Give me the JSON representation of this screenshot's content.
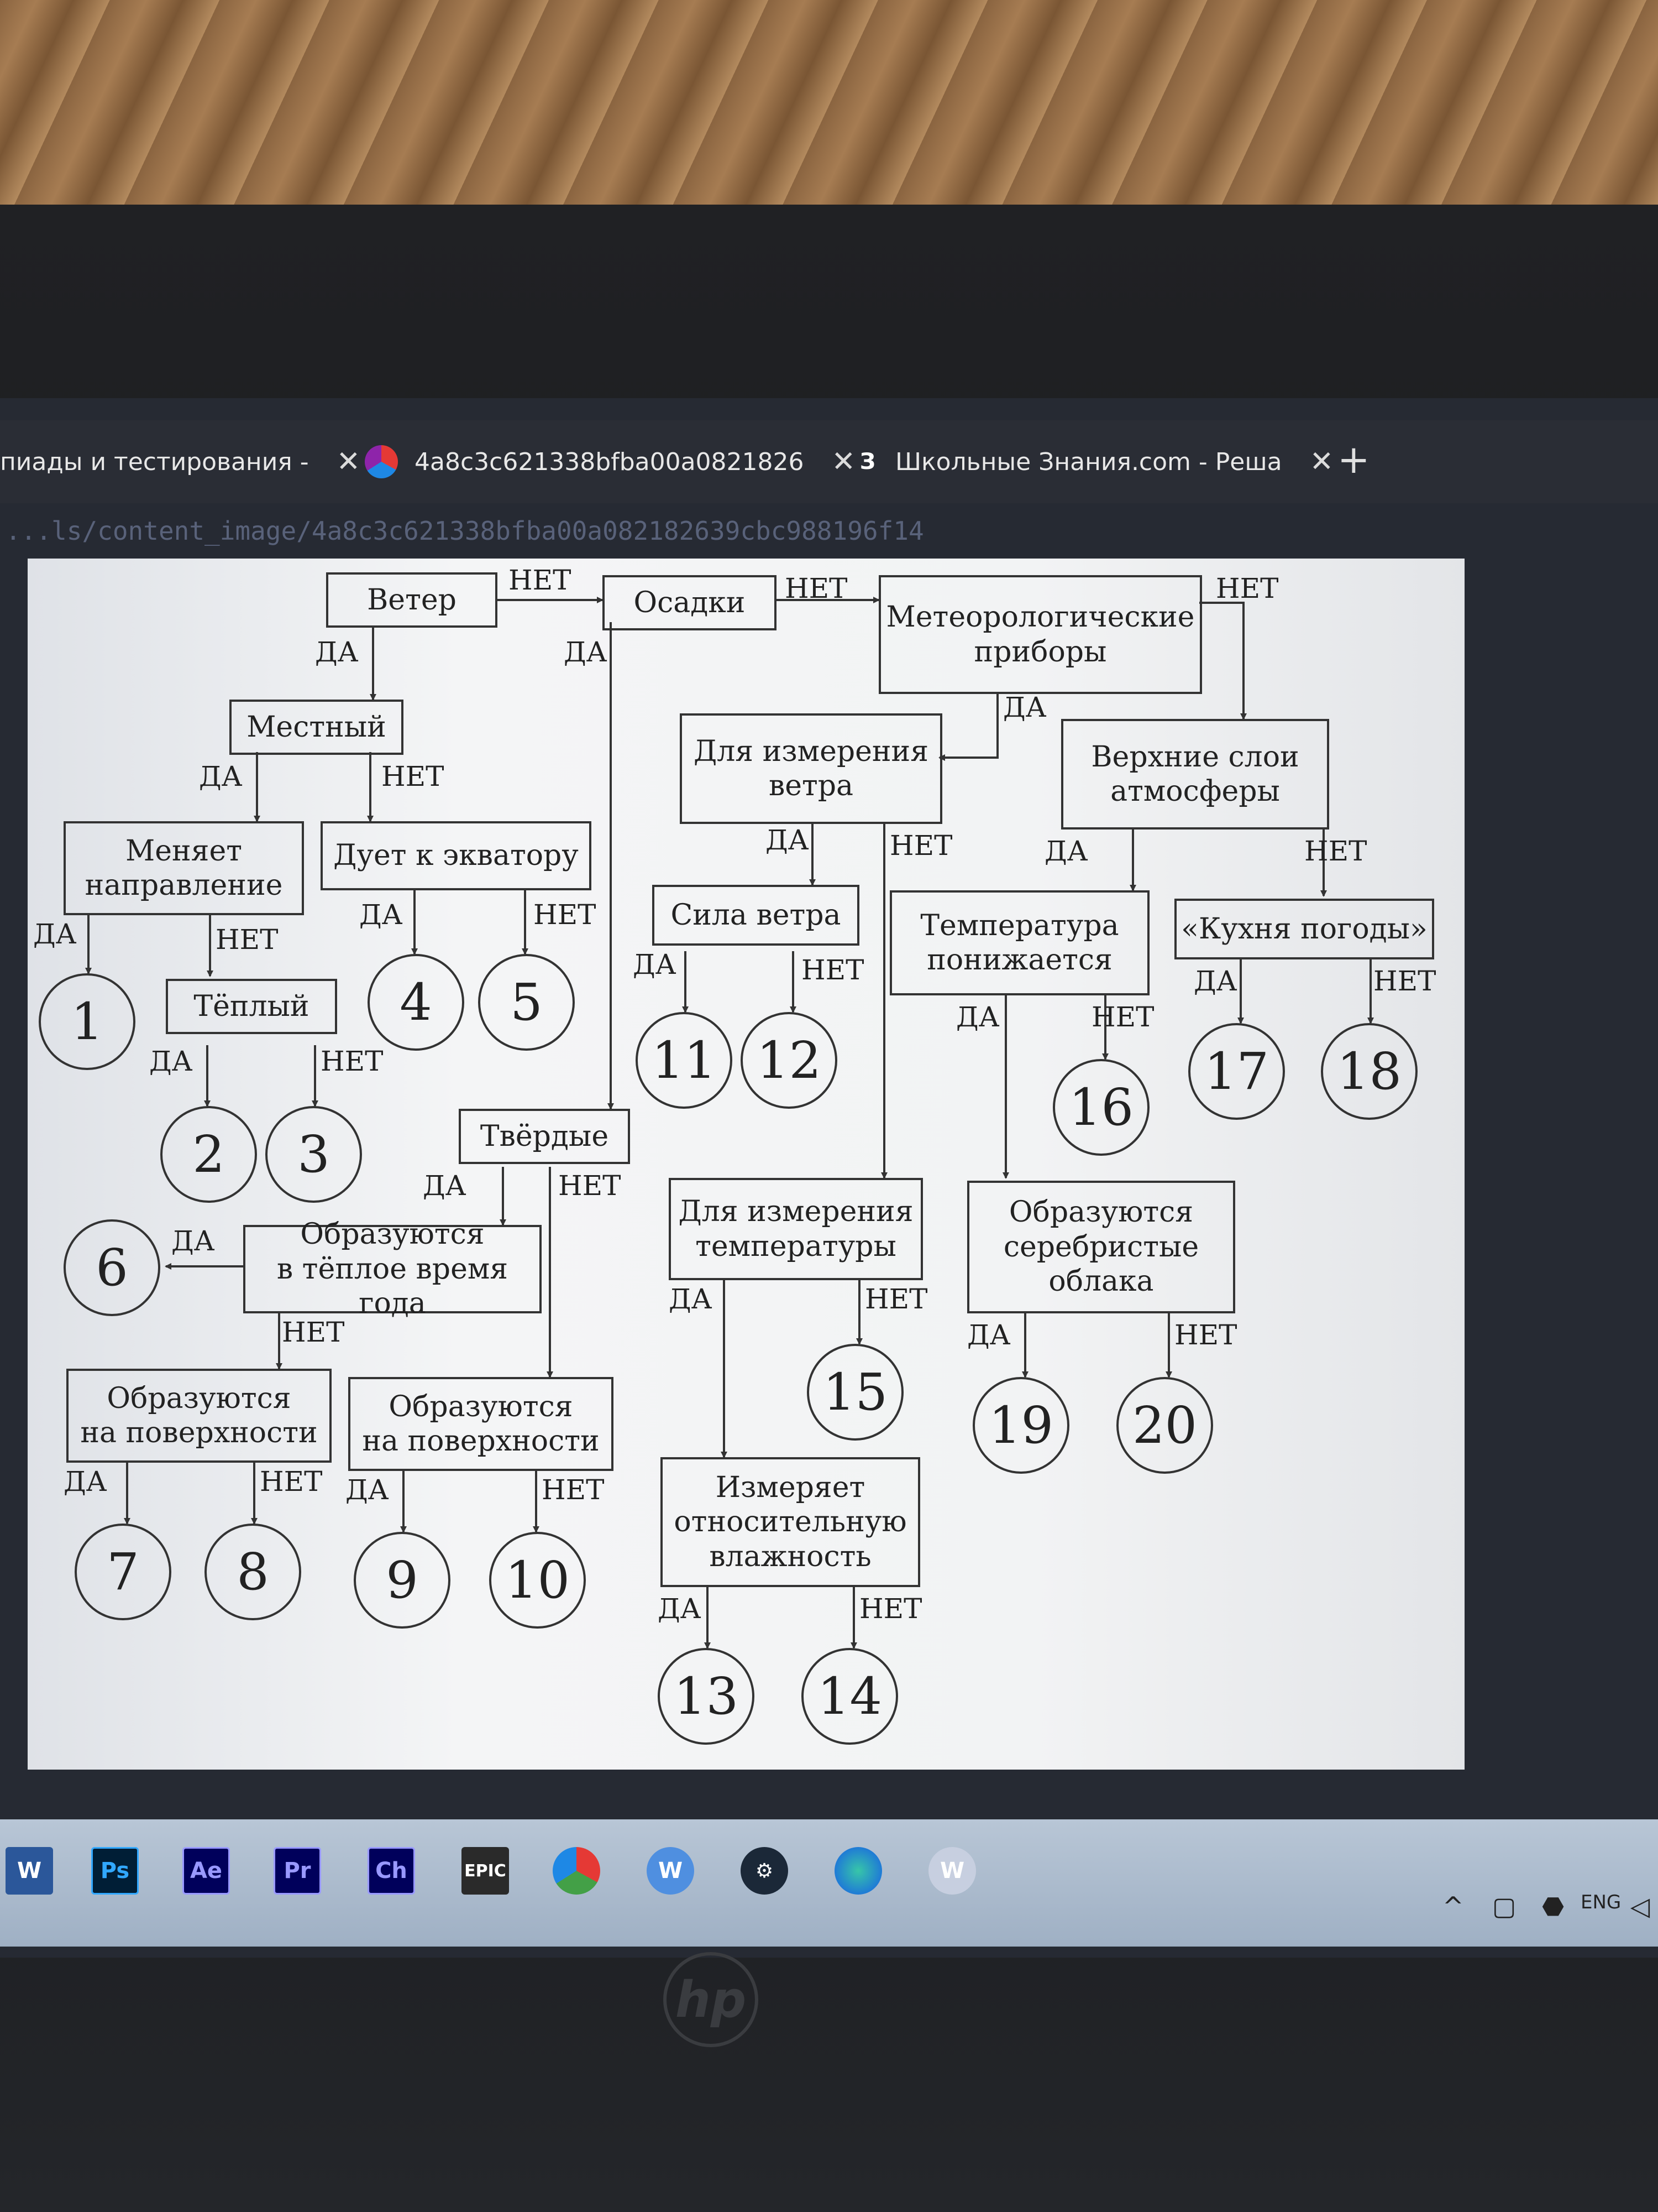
{
  "browser": {
    "tabs": [
      {
        "label": "пиады и тестирования -",
        "close": "✕"
      },
      {
        "label": "4a8c3c621338bfba00a0821826",
        "close": "✕"
      },
      {
        "label": "Школьные Знания.com - Реша",
        "badge": "З",
        "close": "✕"
      }
    ],
    "new_tab": "+",
    "address": "...ls/content_image/4a8c3c621338bfba00a082182639cbc988196f14"
  },
  "diagram": {
    "nodes": {
      "veter": "Ветер",
      "osadki": "Осадки",
      "meteo": "Метеорологические\nприборы",
      "mestny": "Местный",
      "menyaet": "Меняет\nнаправление",
      "duet": "Дует к экватору",
      "teply": "Тёплый",
      "izm_vetra": "Для измерения\nветра",
      "verkhnie": "Верхние слои\nатмосферы",
      "sila": "Сила ветра",
      "temp_pon": "Температура\nпонижается",
      "kukhnya": "«Кухня погоды»",
      "tverdye": "Твёрдые",
      "obraz_teplo": "Образуются\nв тёплое время года",
      "izm_temp": "Для измерения\nтемпературы",
      "serebr": "Образуются\nсеребристые\nоблака",
      "obraz_pov1": "Образуются\nна поверхности",
      "obraz_pov2": "Образуются\nна поверхности",
      "vlazhnost": "Измеряет\nотносительную\nвлажность"
    },
    "yes": "ДА",
    "no": "НЕТ",
    "outcomes": [
      "1",
      "2",
      "3",
      "4",
      "5",
      "6",
      "7",
      "8",
      "9",
      "10",
      "11",
      "12",
      "13",
      "14",
      "15",
      "16",
      "17",
      "18",
      "19",
      "20"
    ]
  },
  "taskbar": {
    "apps": [
      {
        "name": "word",
        "label": "W",
        "color": "#2b579a"
      },
      {
        "name": "photoshop",
        "label": "Ps",
        "color": "#31a8ff"
      },
      {
        "name": "after-effects",
        "label": "Ae",
        "color": "#9999ff"
      },
      {
        "name": "premiere",
        "label": "Pr",
        "color": "#9999ff"
      },
      {
        "name": "character-animator",
        "label": "Ch",
        "color": "#9999ff"
      },
      {
        "name": "epic-games",
        "label": "EPIC",
        "color": "#222222"
      }
    ],
    "tray": [
      "^",
      "ENG"
    ]
  }
}
